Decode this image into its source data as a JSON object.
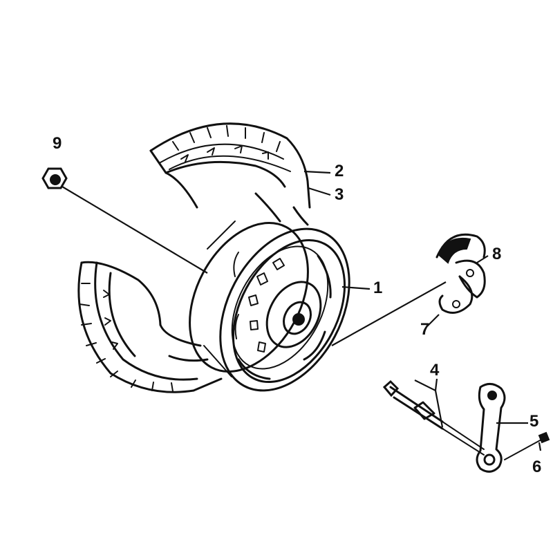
{
  "parts": [
    {
      "id": "1",
      "label": "1"
    },
    {
      "id": "2",
      "label": "2"
    },
    {
      "id": "3",
      "label": "3"
    },
    {
      "id": "4",
      "label": "4"
    },
    {
      "id": "5",
      "label": "5"
    },
    {
      "id": "6",
      "label": "6"
    },
    {
      "id": "7",
      "label": "7"
    },
    {
      "id": "8",
      "label": "8"
    },
    {
      "id": "9",
      "label": "9"
    }
  ],
  "colors": {
    "ink": "#111111",
    "background": "#ffffff"
  }
}
